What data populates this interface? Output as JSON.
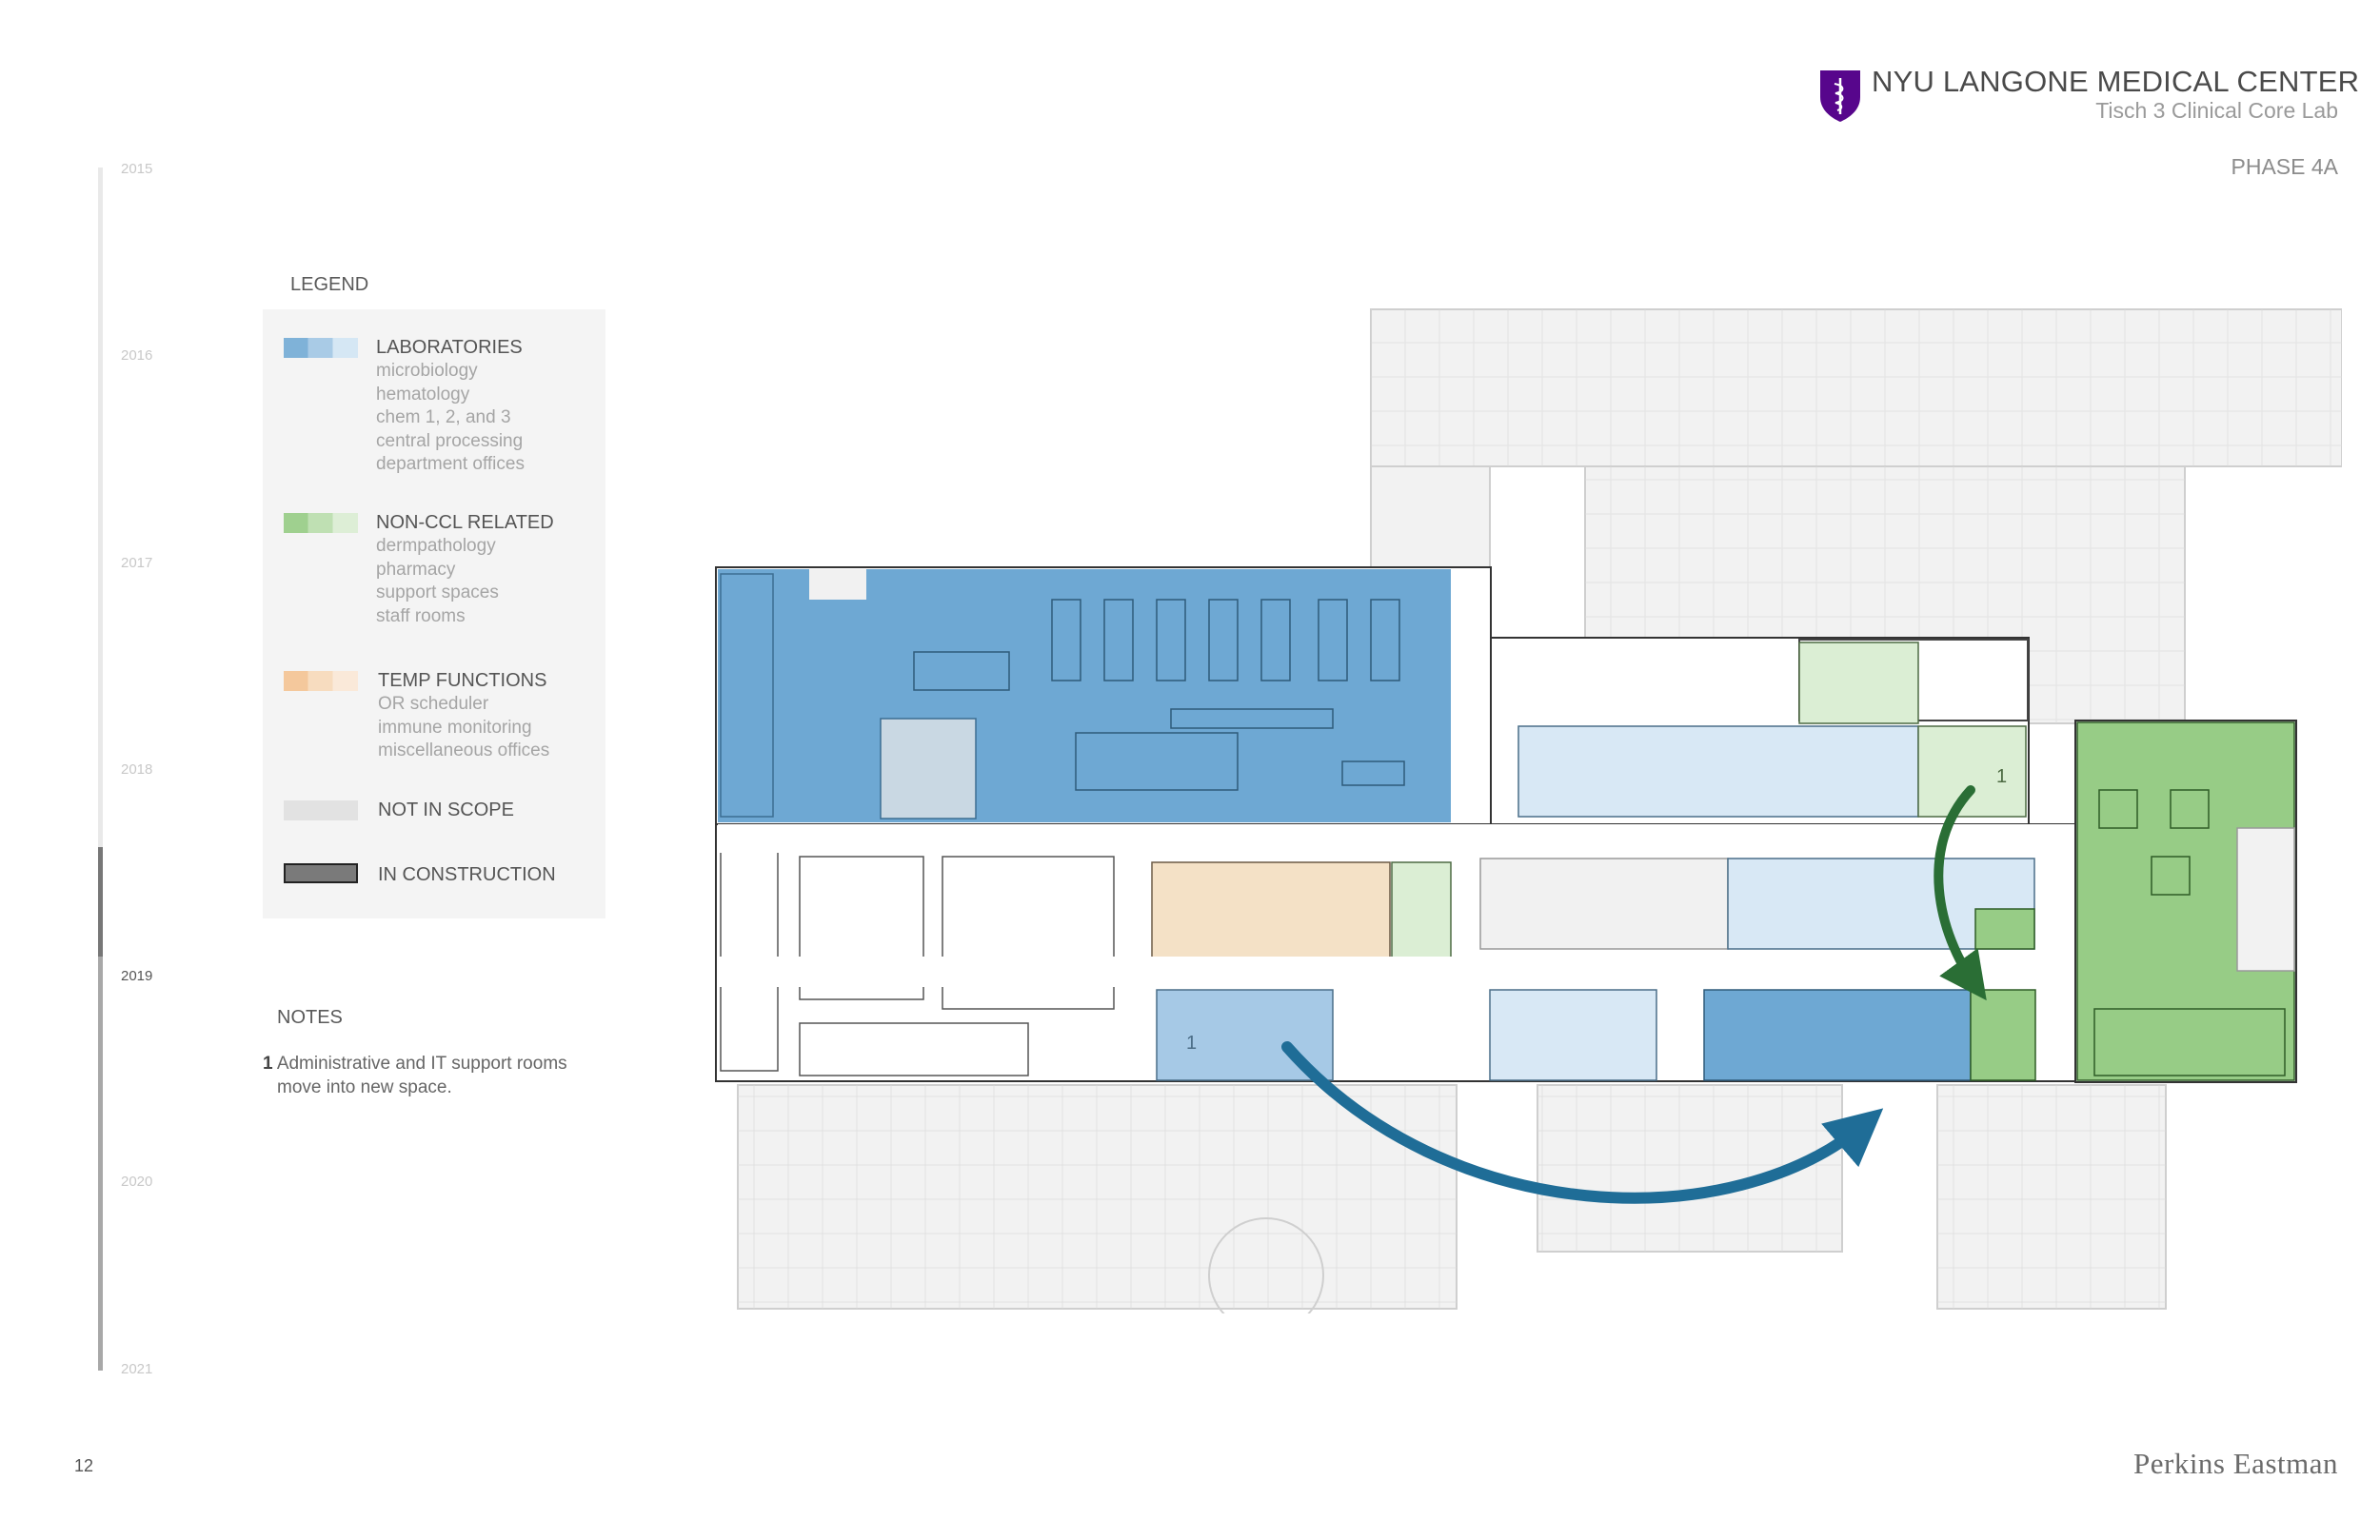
{
  "header": {
    "org_title": "NYU LANGONE MEDICAL CENTER",
    "subtitle": "Tisch 3 Clinical Core Lab",
    "phase": "PHASE 4A"
  },
  "timeline": {
    "years": [
      "2015",
      "2016",
      "2017",
      "2018",
      "2019",
      "2020",
      "2021"
    ],
    "active_year": "2019"
  },
  "legend": {
    "title": "LEGEND",
    "groups": [
      {
        "label": "LABORATORIES",
        "items": [
          "microbiology",
          "hematology",
          "chem 1, 2, and 3",
          "central processing",
          "department offices"
        ],
        "colors": [
          "#7fb2d8",
          "#a9cbe6",
          "#d5e7f4"
        ]
      },
      {
        "label": "NON-CCL RELATED",
        "items": [
          "dermpathology",
          "pharmacy",
          "support spaces",
          "staff rooms"
        ],
        "colors": [
          "#9fd08f",
          "#bfe0b3",
          "#ddeed6"
        ]
      },
      {
        "label": "TEMP FUNCTIONS",
        "items": [
          "OR scheduler",
          "immune monitoring",
          "miscellaneous offices"
        ],
        "colors": [
          "#f4c89c",
          "#f7dcbf",
          "#fae9d9"
        ]
      },
      {
        "label": "NOT IN SCOPE",
        "items": [],
        "colors": [
          "#e2e2e2"
        ]
      },
      {
        "label": "IN CONSTRUCTION",
        "items": [],
        "colors": [
          "#7a7a7a"
        ]
      }
    ]
  },
  "notes": {
    "title": "NOTES",
    "items": [
      {
        "number": "1",
        "text_line1": "Administrative and IT support rooms",
        "text_line2": "move into new space."
      }
    ]
  },
  "plan": {
    "room_label_1": "1",
    "colors": {
      "lab_dark": "#6ea8d3",
      "lab_mid": "#a6c9e6",
      "lab_light": "#d8e8f5",
      "nonccl_dark": "#97cc86",
      "nonccl_light": "#dbeed4",
      "temp": "#f4e1c6",
      "not_in_scope": "#f1f1f1",
      "arrow_blue": "#1f6d97",
      "arrow_green": "#2a6e35"
    }
  },
  "footer": {
    "page_number": "12",
    "brand": "Perkins Eastman"
  }
}
